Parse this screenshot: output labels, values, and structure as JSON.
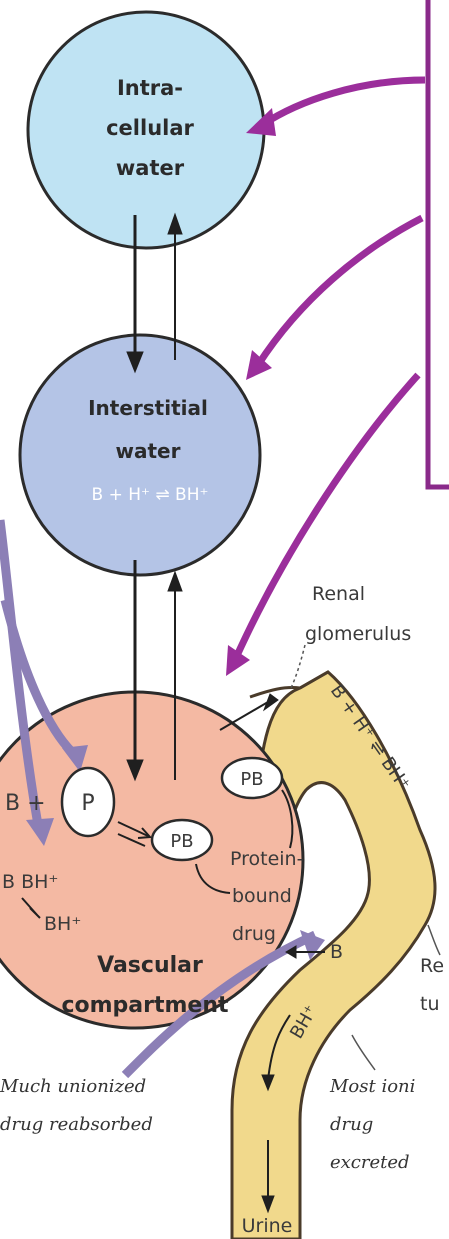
{
  "compartments": {
    "intracellular": {
      "line1": "Intra-",
      "line2": "cellular",
      "line3": "water",
      "color": "#bfe3f3"
    },
    "interstitial": {
      "line1": "Interstitial",
      "line2": "water",
      "equation": "B + H⁺ ⇌ BH⁺",
      "color": "#b4c4e6"
    },
    "vascular": {
      "line1": "Vascular",
      "line2": "compartment",
      "color": "#f4b9a3"
    }
  },
  "vascular_contents": {
    "b_plus": "B +",
    "p": "P",
    "pb_main": "PB",
    "pb_upper": "PB",
    "protein_bound_1": "Protein-",
    "protein_bound_2": "bound",
    "protein_bound_3": "drug",
    "b_bh_left": "B BH⁺",
    "bh_left": "BH⁺"
  },
  "tubule": {
    "renal_glomerulus_1": "Renal",
    "renal_glomerulus_2": "glomerulus",
    "tubule_equation": "B + H⁺ ⇌ BH⁺",
    "tubule_b": "B",
    "tubule_bh": "BH⁺",
    "renal_tubule_1": "Re",
    "renal_tubule_2": "tu",
    "urine": "Urine",
    "color": "#f1d98c"
  },
  "annotations": {
    "unionized_1": "Much unionized",
    "unionized_2": "drug reabsorbed",
    "ionized_1": "Most ioni",
    "ionized_2": "drug",
    "ionized_3": "excreted"
  },
  "colors": {
    "purple_arrow": "#9b2e9b",
    "lavender_arrow": "#8c7fb6",
    "box_border": "#8a2a8a"
  }
}
